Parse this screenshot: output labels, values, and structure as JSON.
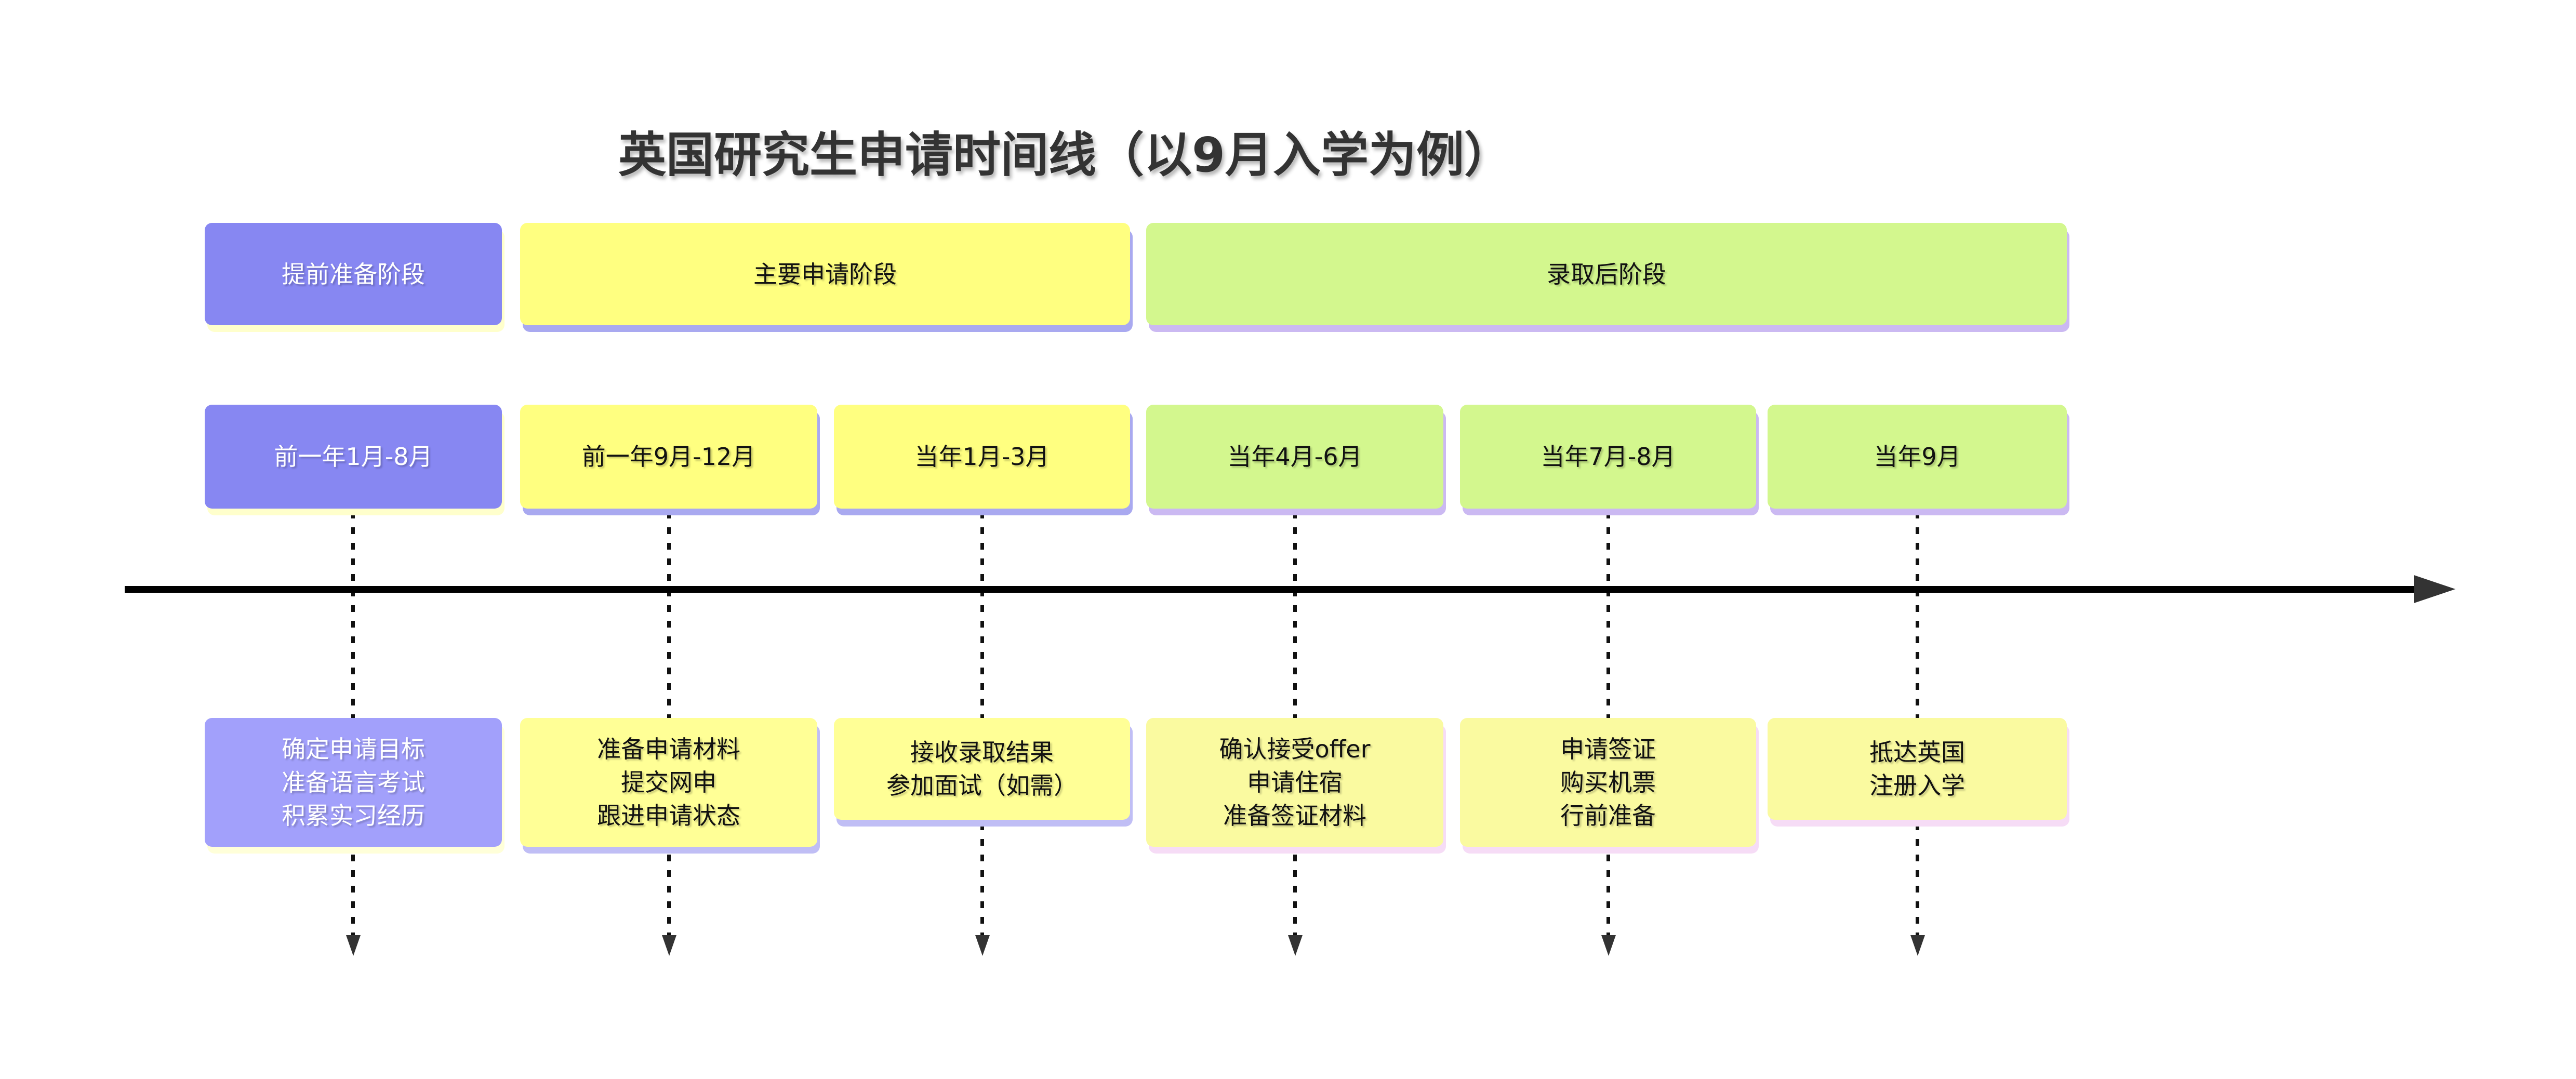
{
  "title": "英国研究生申请时间线（以9月入学为例）",
  "colors": {
    "title_text": "#333333",
    "axis_line": "#000000",
    "arrow_head": "#333333",
    "dashed_line": "#111111"
  },
  "phases": [
    {
      "label": "提前准备阶段",
      "fill": "#8787f2",
      "text_color": "#ffffff",
      "shadow": "#ffffcc"
    },
    {
      "label": "主要申请阶段",
      "fill": "#ffff80",
      "text_color": "#111111",
      "shadow": "#a9a9f0"
    },
    {
      "label": "录取后阶段",
      "fill": "#d3f78e",
      "text_color": "#111111",
      "shadow": "#cbb9f2"
    }
  ],
  "periods": [
    {
      "label": "前一年1月-8月",
      "fill": "#8787f2",
      "text_color": "#ffffff",
      "shadow": "#ffffcc"
    },
    {
      "label": "前一年9月-12月",
      "fill": "#ffff80",
      "text_color": "#111111",
      "shadow": "#a9a9f0"
    },
    {
      "label": "当年1月-3月",
      "fill": "#ffff80",
      "text_color": "#111111",
      "shadow": "#a9a9f0"
    },
    {
      "label": "当年4月-6月",
      "fill": "#d3f78e",
      "text_color": "#111111",
      "shadow": "#cbb9f2"
    },
    {
      "label": "当年7月-8月",
      "fill": "#d3f78e",
      "text_color": "#111111",
      "shadow": "#cbb9f2"
    },
    {
      "label": "当年9月",
      "fill": "#d3f78e",
      "text_color": "#111111",
      "shadow": "#cbb9f2"
    }
  ],
  "tasks": [
    {
      "lines": [
        "确定申请目标",
        "准备语言考试",
        "积累实习经历"
      ],
      "fill": "#a2a0fb",
      "text_color": "#ffffff",
      "shadow": "#ffffd9"
    },
    {
      "lines": [
        "准备申请材料",
        "提交网申",
        "跟进申请状态"
      ],
      "fill": "#ffff96",
      "text_color": "#111111",
      "shadow": "#c0bef5"
    },
    {
      "lines": [
        "接收录取结果",
        "参加面试（如需）"
      ],
      "fill": "#ffff96",
      "text_color": "#111111",
      "shadow": "#c0bef5"
    },
    {
      "lines": [
        "确认接受offer",
        "申请住宿",
        "准备签证材料"
      ],
      "fill": "#fafaa0",
      "text_color": "#111111",
      "shadow": "#f6dcf6"
    },
    {
      "lines": [
        "申请签证",
        "购买机票",
        "行前准备"
      ],
      "fill": "#fafaa0",
      "text_color": "#111111",
      "shadow": "#f6dcf6"
    },
    {
      "lines": [
        "抵达英国",
        "注册入学"
      ],
      "fill": "#fafaa0",
      "text_color": "#111111",
      "shadow": "#f6dcf6"
    }
  ]
}
